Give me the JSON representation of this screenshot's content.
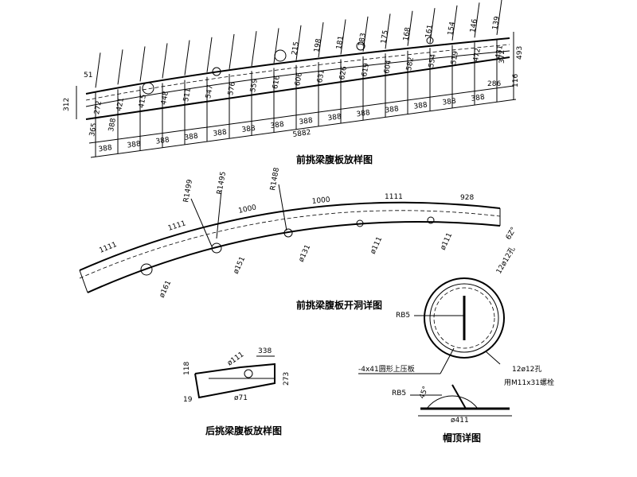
{
  "titles": {
    "front_web": "前挑梁腹板放样图",
    "front_holes": "前挑梁腹板开洞详图",
    "rear_web": "后挑梁腹板放样图",
    "cap": "帽顶详图"
  },
  "front_web": {
    "top_dims": [
      "51",
      "215",
      "198",
      "181",
      "183",
      "175",
      "168",
      "161",
      "154",
      "146",
      "139"
    ],
    "verticals": [
      "272",
      "421",
      "415",
      "448",
      "511",
      "547",
      "576",
      "559",
      "616",
      "606",
      "631",
      "626",
      "619",
      "604",
      "582",
      "554",
      "519",
      "472",
      "431"
    ],
    "bottom_offsets": [
      "365",
      "388"
    ],
    "spacings": [
      "388",
      "388",
      "388",
      "388",
      "388",
      "388",
      "388",
      "388",
      "388",
      "388",
      "388",
      "388",
      "388",
      "388"
    ],
    "total": "5882",
    "left_dim": "312",
    "right_dims": [
      "493",
      "372",
      "116",
      "286"
    ]
  },
  "front_holes": {
    "radii": [
      "R1499",
      "R1495",
      "R1488"
    ],
    "segments": [
      "1111",
      "1111",
      "1000",
      "1000",
      "1111",
      "928"
    ],
    "hole_dims": [
      "ø161",
      "ø151",
      "ø131",
      "ø111",
      "ø111"
    ],
    "angle": "6Z°"
  },
  "rear_web": {
    "dims": [
      "ø111",
      "338",
      "118",
      "273",
      "19",
      "ø71"
    ]
  },
  "cap": {
    "labels": [
      "RB5",
      "-4x41圆形上压板",
      "12ø12孔",
      "用M11x31螺栓",
      "RB5",
      "ø411",
      "12ø12孔",
      "45°"
    ]
  }
}
